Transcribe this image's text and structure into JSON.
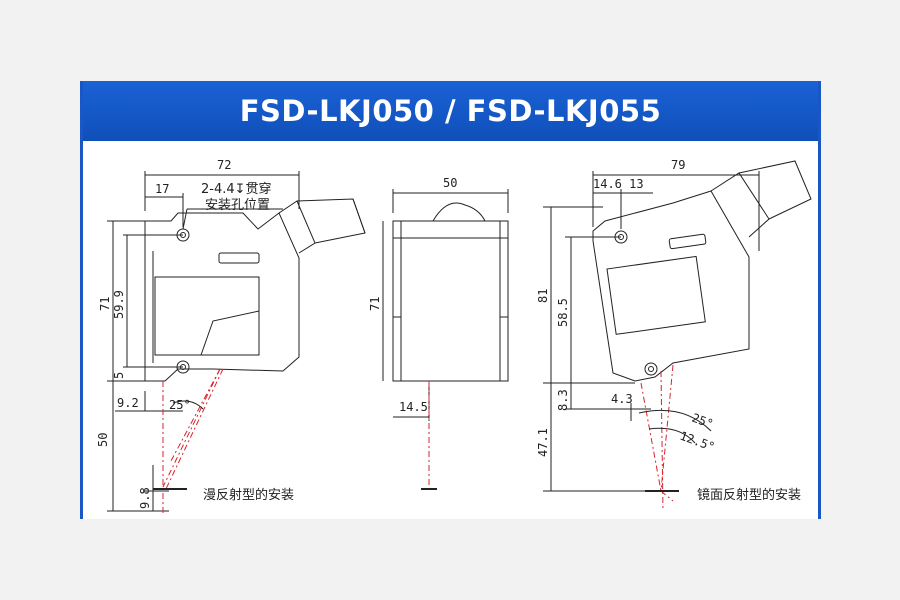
{
  "header": {
    "title": "FSD-LKJ050 / FSD-LKJ055"
  },
  "left_view": {
    "width": "72",
    "offset_top": "17",
    "hole_note_1": "2-4.4↧贯穿",
    "hole_note_2": "安装孔位置",
    "height_total": "71",
    "height_inner": "59.9",
    "bottom_offset": "5",
    "beam_offset": "9.2",
    "angle": "25°",
    "distance": "50",
    "bottom_gap": "9.8",
    "caption": "漫反射型的安装"
  },
  "middle_view": {
    "width": "50",
    "height": "71",
    "offset": "14.5"
  },
  "right_view": {
    "width": "79",
    "top_offsets": "14.6 13",
    "height_total": "81",
    "height_inner": "58.5",
    "bottom_offset": "8.3",
    "hole_offset": "4.3",
    "angle_1": "25°",
    "angle_2": "12.5°",
    "distance": "47.1",
    "caption": "镜面反射型的安装"
  },
  "colors": {
    "accent": "#1a57c6",
    "beam": "#d9232d",
    "line": "#222222"
  }
}
